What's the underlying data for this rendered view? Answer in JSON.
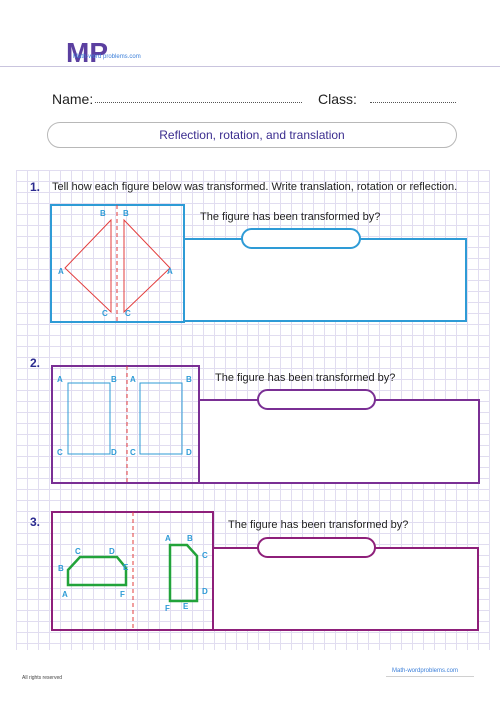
{
  "logo": {
    "letters": "MP",
    "site": "Math-word problems.com"
  },
  "header": {
    "name_label": "Name:",
    "class_label": "Class:"
  },
  "title": "Reflection, rotation, and translation",
  "instructions": "Tell how each figure below was transformed. Write translation, rotation or reflection.",
  "questions": [
    {
      "number": "1.",
      "prompt": "The figure has been transformed by?",
      "labels": [
        "B",
        "C",
        "A",
        "B",
        "C",
        "A"
      ],
      "accent": "#2e9bd6",
      "shape_color": "#e33d3d"
    },
    {
      "number": "2.",
      "prompt": "The figure has been transformed by?",
      "labels": [
        "A",
        "B",
        "C",
        "D",
        "A",
        "B",
        "C",
        "D"
      ],
      "accent": "#7a2f94",
      "shape_color": "#2e9bd6"
    },
    {
      "number": "3.",
      "prompt": "The figure has been transformed by?",
      "labels": [
        "C",
        "D",
        "B",
        "E",
        "A",
        "F",
        "A",
        "B",
        "C",
        "D",
        "F",
        "E"
      ],
      "accent": "#8e1f7a",
      "shape_color": "#22a33a"
    }
  ],
  "footer": {
    "rights": "All rights reserved",
    "site": "Math-wordproblems.com"
  },
  "colors": {
    "title_text": "#3b2d8f",
    "axis_line": "#e33d3d",
    "grid": "#e1ddf0"
  }
}
